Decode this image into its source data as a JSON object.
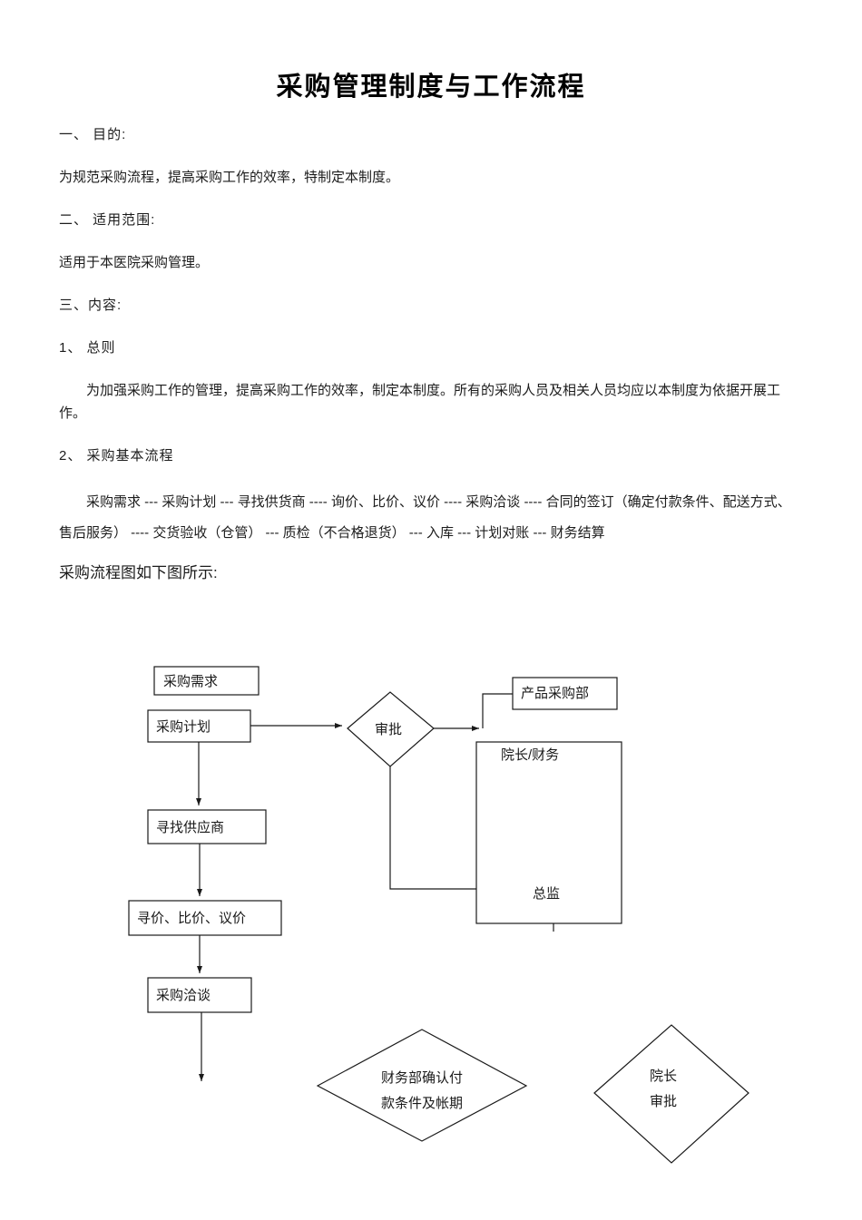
{
  "document": {
    "title": "采购管理制度与工作流程",
    "paragraphs": {
      "purpose_heading": "一、 目的:",
      "purpose_body": "为规范采购流程，提高采购工作的效率，特制定本制度。",
      "scope_heading": "二、 适用范围:",
      "scope_body": "适用于本医院采购管理。",
      "content_heading": "三、内容:",
      "general_heading": "1、 总则",
      "general_body": "为加强采购工作的管理，提高采购工作的效率，制定本制度。所有的采购人员及相关人员均应以本制度为依据开展工作。",
      "process_heading": "2、 采购基本流程",
      "process_body": "采购需求 --- 采购计划 --- 寻找供货商 ---- 询价、比价、议价 ---- 采购洽谈 ---- 合同的签订（确定付款条件、配送方式、售后服务） ---- 交货验收（仓管） --- 质检（不合格退货） --- 入库 --- 计划对账 --- 财务结算",
      "flowchart_caption": "采购流程图如下图所示:"
    }
  },
  "flowchart": {
    "demand": "采购需求",
    "plan": "采购计划",
    "approval": "审批",
    "product_dept": "产品采购部",
    "dean_finance": "院长/财务",
    "chief": "总监",
    "find_supplier": "寻找供应商",
    "price_compare": "寻价、比价、议价",
    "negotiation": "采购洽谈",
    "finance_confirm_line1": "财务部确认付",
    "finance_confirm_line2": "款条件及帐期",
    "dean_approval_line1": "院长",
    "dean_approval_line2": "审批"
  }
}
